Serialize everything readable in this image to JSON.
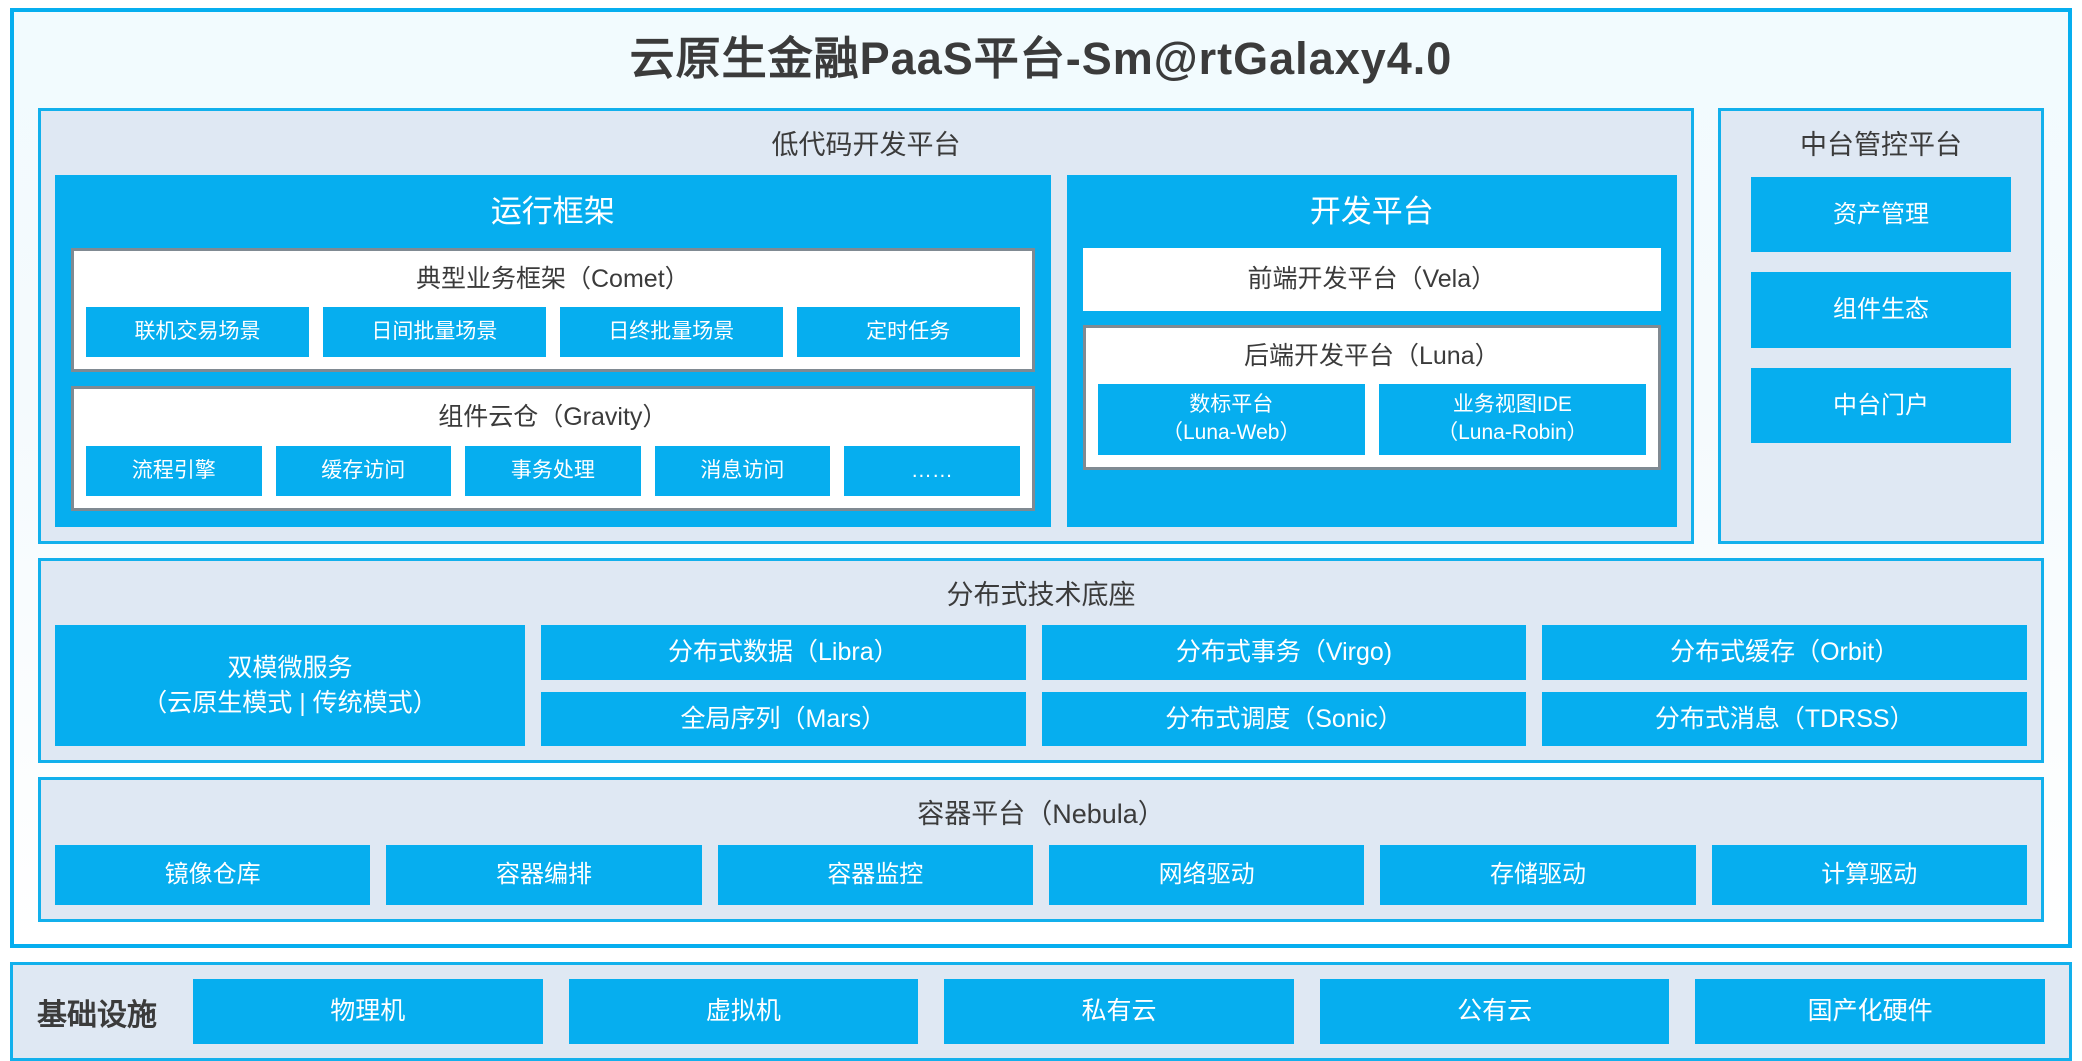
{
  "colors": {
    "accent": "#06AEEF",
    "panel_bg": "#DFE8F3",
    "panel_border": "#12B0EC",
    "frame_bg": "#F2FBFE",
    "inner_box_border": "#808A92",
    "text_dark": "#3B3B3B",
    "text_light": "#FFFFFF"
  },
  "header": {
    "title": "云原生金融PaaS平台-Sm@rtGalaxy4.0"
  },
  "lowcode": {
    "title": "低代码开发平台",
    "runtime": {
      "title": "运行框架",
      "comet": {
        "title": "典型业务框架（Comet）",
        "items": [
          {
            "label": "联机交易场景"
          },
          {
            "label": "日间批量场景"
          },
          {
            "label": "日终批量场景"
          },
          {
            "label": "定时任务"
          }
        ]
      },
      "gravity": {
        "title": "组件云仓（Gravity）",
        "items": [
          {
            "label": "流程引擎"
          },
          {
            "label": "缓存访问"
          },
          {
            "label": "事务处理"
          },
          {
            "label": "消息访问"
          },
          {
            "label": "……"
          }
        ]
      }
    },
    "devplatform": {
      "title": "开发平台",
      "frontend": {
        "title": "前端开发平台（Vela）"
      },
      "backend": {
        "title": "后端开发平台（Luna）",
        "items": [
          {
            "label": "数标平台",
            "sub": "（Luna-Web）"
          },
          {
            "label": "业务视图IDE",
            "sub": "（Luna-Robin）"
          }
        ]
      }
    }
  },
  "console": {
    "title": "中台管控平台",
    "items": [
      {
        "label": "资产管理"
      },
      {
        "label": "组件生态"
      },
      {
        "label": "中台门户"
      }
    ]
  },
  "distributed": {
    "title": "分布式技术底座",
    "microservice": {
      "line1": "双模微服务",
      "line2": "（云原生模式 | 传统模式）"
    },
    "columns": [
      {
        "cells": [
          {
            "label": "分布式数据（Libra）"
          },
          {
            "label": "全局序列（Mars）"
          }
        ]
      },
      {
        "cells": [
          {
            "label": "分布式事务（Virgo)"
          },
          {
            "label": "分布式调度（Sonic）"
          }
        ]
      },
      {
        "cells": [
          {
            "label": "分布式缓存（Orbit）"
          },
          {
            "label": "分布式消息（TDRSS）"
          }
        ]
      }
    ]
  },
  "container": {
    "title": "容器平台（Nebula）",
    "items": [
      {
        "label": "镜像仓库"
      },
      {
        "label": "容器编排"
      },
      {
        "label": "容器监控"
      },
      {
        "label": "网络驱动"
      },
      {
        "label": "存储驱动"
      },
      {
        "label": "计算驱动"
      }
    ]
  },
  "infrastructure": {
    "label": "基础设施",
    "items": [
      {
        "label": "物理机"
      },
      {
        "label": "虚拟机"
      },
      {
        "label": "私有云"
      },
      {
        "label": "公有云"
      },
      {
        "label": "国产化硬件"
      }
    ]
  }
}
